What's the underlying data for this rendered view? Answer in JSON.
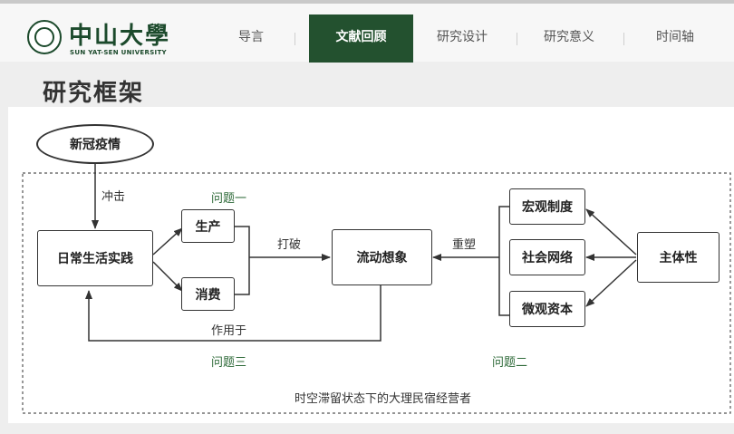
{
  "header": {
    "logo_cn": "中山大學",
    "logo_en": "SUN YAT-SEN UNIVERSITY",
    "nav": [
      {
        "label": "导言",
        "active": false
      },
      {
        "label": "文献回顾",
        "active": true
      },
      {
        "label": "研究设计",
        "active": false
      },
      {
        "label": "研究意义",
        "active": false
      },
      {
        "label": "时间轴",
        "active": false
      }
    ]
  },
  "page": {
    "title": "研究框架"
  },
  "diagram": {
    "nodes": {
      "covid": "新冠疫情",
      "daily_practice": "日常生活实践",
      "production": "生产",
      "consumption": "消费",
      "flow_imagination": "流动想象",
      "macro_system": "宏观制度",
      "social_network": "社会网络",
      "micro_capital": "微观资本",
      "subjectivity": "主体性"
    },
    "edge_labels": {
      "impact": "冲击",
      "break": "打破",
      "reshape": "重塑",
      "act_on": "作用于"
    },
    "questions": {
      "q1": "问题一",
      "q2": "问题二",
      "q3": "问题三"
    },
    "frame_caption": "时空滞留状态下的大理民宿经营者",
    "colors": {
      "question_green": "#2f6b3a",
      "nav_active": "#23512f"
    }
  }
}
